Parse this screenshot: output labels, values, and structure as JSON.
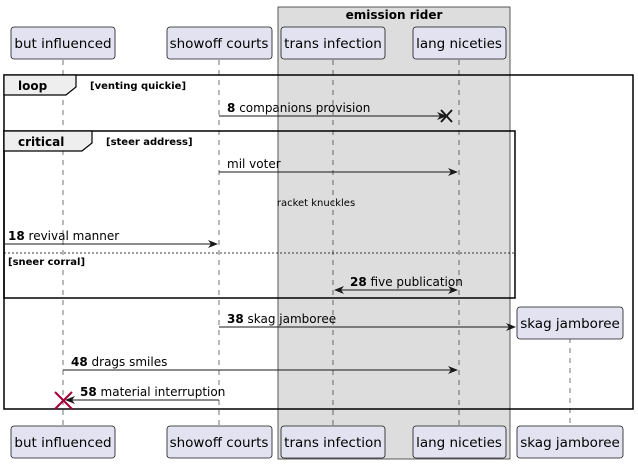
{
  "box": {
    "title": "emission rider"
  },
  "participants": {
    "but_influenced": "but influenced",
    "showoff_courts": "showoff courts",
    "trans_infection": "trans infection",
    "lang_niceties": "lang niceties",
    "skag_jamboree": "skag jamboree"
  },
  "fragments": {
    "loop": {
      "keyword": "loop",
      "guard": "[venting quickie]"
    },
    "critical": {
      "keyword": "critical",
      "guard": "[steer address]",
      "else_guard": "[sneer corral]"
    }
  },
  "messages": [
    {
      "num": "8",
      "text": "companions provision"
    },
    {
      "num": "",
      "text": "mil voter"
    },
    {
      "num": "18",
      "text": "revival manner"
    },
    {
      "num": "28",
      "text": "five publication"
    },
    {
      "num": "38",
      "text": "skag jamboree"
    },
    {
      "num": "48",
      "text": "drags smiles"
    },
    {
      "num": "58",
      "text": "material interruption"
    }
  ],
  "delay_label": "racket knuckles",
  "colors": {
    "participant_fill": "#e2e2f0",
    "participant_border": "#181818",
    "box_fill": "#dddddd",
    "destroy_red": "#a80036"
  }
}
